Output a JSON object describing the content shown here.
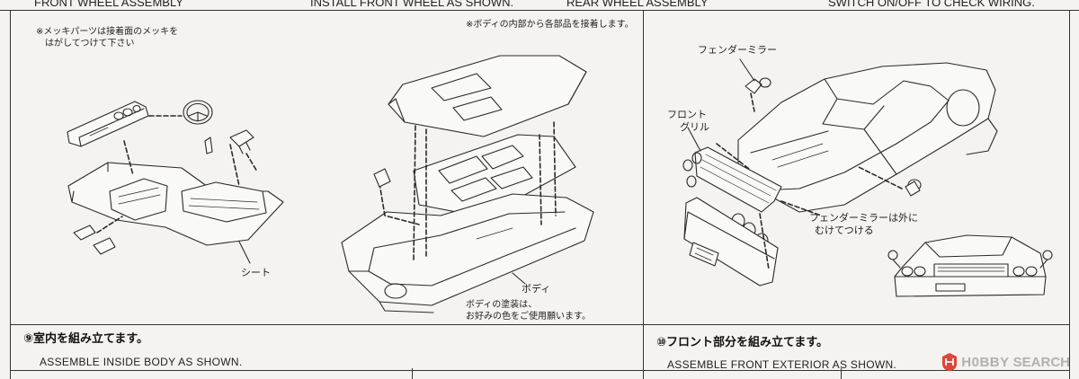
{
  "top_captions": [
    "FRONT WHEEL ASSEMBLY",
    "INSTALL FRONT WHEEL AS SHOWN.",
    "REAR WHEEL ASSEMBLY",
    "SWITCH ON/OFF TO CHECK WIRING."
  ],
  "step9": {
    "title": "⑨室内を組み立てます。",
    "subtitle": "ASSEMBLE INSIDE BODY AS SHOWN.",
    "note_chrome": [
      "※メッキパーツは接着面のメッキを",
      "はがしてつけて下さい"
    ],
    "note_body_inside": "※ボディの内部から各部品を接着します。",
    "label_seat": "シート",
    "label_body": "ボディ",
    "note_paint": [
      "ボディの塗装は、",
      "お好みの色をご使用願います。"
    ]
  },
  "step10": {
    "title": "⑩フロント部分を組み立てます。",
    "subtitle": "ASSEMBLE FRONT EXTERIOR AS SHOWN.",
    "label_fender_mirror": "フェンダーミラー",
    "label_front_grille": [
      "フロント",
      "グリル"
    ],
    "note_mirror_outward": [
      "フェンダーミラーは外に",
      "むけてつける"
    ]
  },
  "watermark": {
    "brand": "H0BBY",
    "suffix": "SEARCH"
  }
}
